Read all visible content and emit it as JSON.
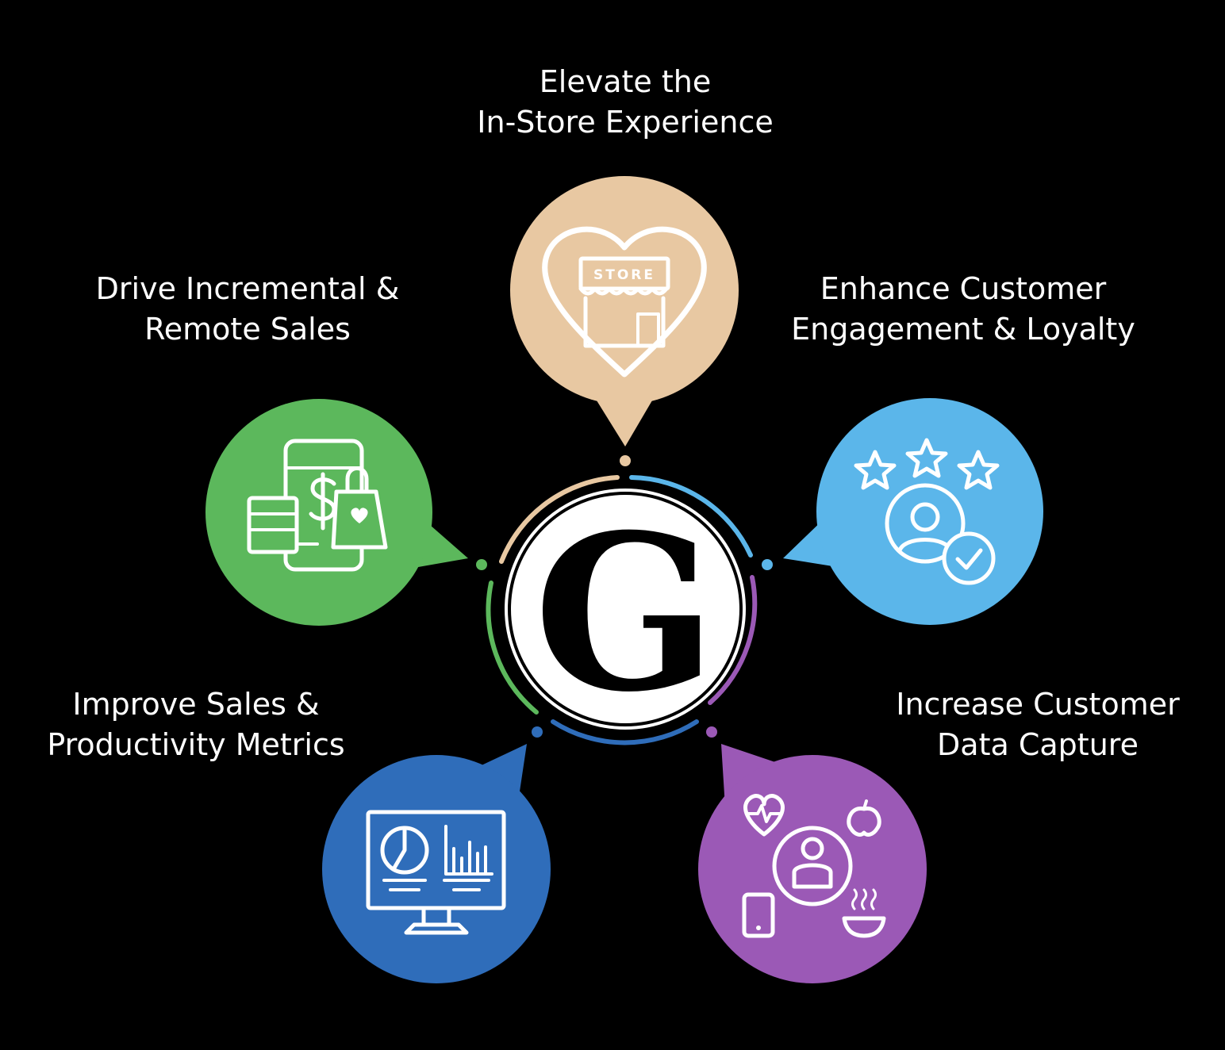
{
  "center": {
    "letter": "G"
  },
  "colors": {
    "tan": "#E8C8A2",
    "light_blue": "#5BB6EA",
    "purple": "#9B59B6",
    "blue": "#2F6DBA",
    "green": "#5CB85C",
    "background": "#000000"
  },
  "items": [
    {
      "line1": "Elevate the",
      "line2": "In-Store Experience",
      "color": "tan",
      "icon": "store-heart-icon",
      "icon_text": "STORE"
    },
    {
      "line1": "Enhance Customer",
      "line2": "Engagement & Loyalty",
      "color": "light_blue",
      "icon": "customer-rating-icon"
    },
    {
      "line1": "Increase Customer",
      "line2": "Data Capture",
      "color": "purple",
      "icon": "customer-data-icon"
    },
    {
      "line1": "Improve Sales &",
      "line2": "Productivity Metrics",
      "color": "blue",
      "icon": "analytics-monitor-icon"
    },
    {
      "line1": "Drive Incremental &",
      "line2": "Remote Sales",
      "color": "green",
      "icon": "mobile-shopping-icon"
    }
  ]
}
